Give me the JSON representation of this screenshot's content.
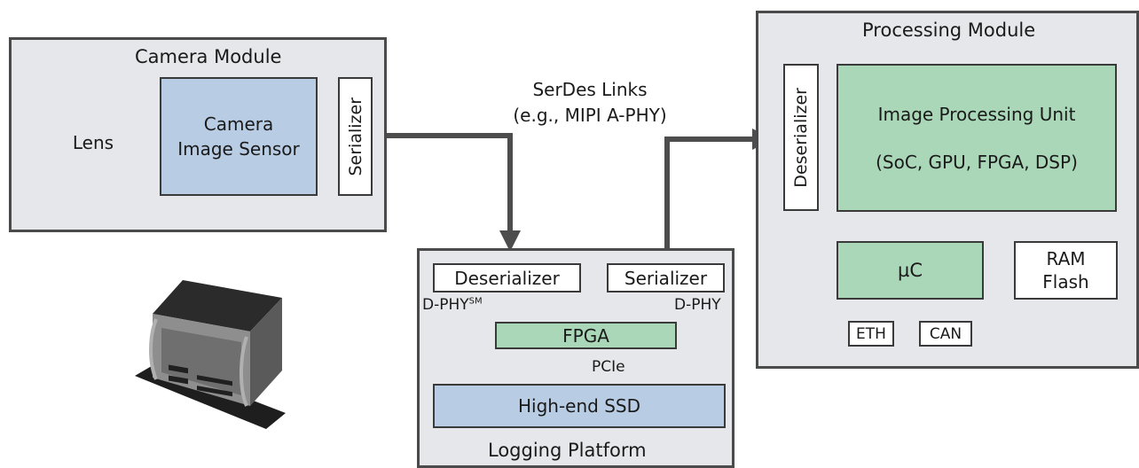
{
  "camera_module": {
    "title": "Camera Module",
    "lens": "Lens",
    "sensor_line1": "Camera",
    "sensor_line2": "Image Sensor",
    "serializer": "Serializer"
  },
  "links": {
    "line1": "SerDes Links",
    "line2": "(e.g., MIPI A-PHY)"
  },
  "processing_module": {
    "title": "Processing Module",
    "deserializer": "Deserializer",
    "ipu_line1": "Image Processing Unit",
    "ipu_line2": "(SoC, GPU, FPGA, DSP)",
    "uc": "µC",
    "ram_line1": "RAM",
    "ram_line2": "Flash",
    "eth": "ETH",
    "can": "CAN"
  },
  "logging_platform": {
    "title": "Logging Platform",
    "deserializer": "Deserializer",
    "serializer": "Serializer",
    "fpga": "FPGA",
    "ssd": "High-end SSD",
    "dphy_left": "D-PHY",
    "dphy_left_sup": "SM",
    "dphy_right": "D-PHY",
    "pcie": "PCIe"
  },
  "colors": {
    "module_bg": "#e6e7ea",
    "blue_block": "#b8cce4",
    "green_block": "#a9d7b8",
    "line": "#4d4d4d"
  }
}
